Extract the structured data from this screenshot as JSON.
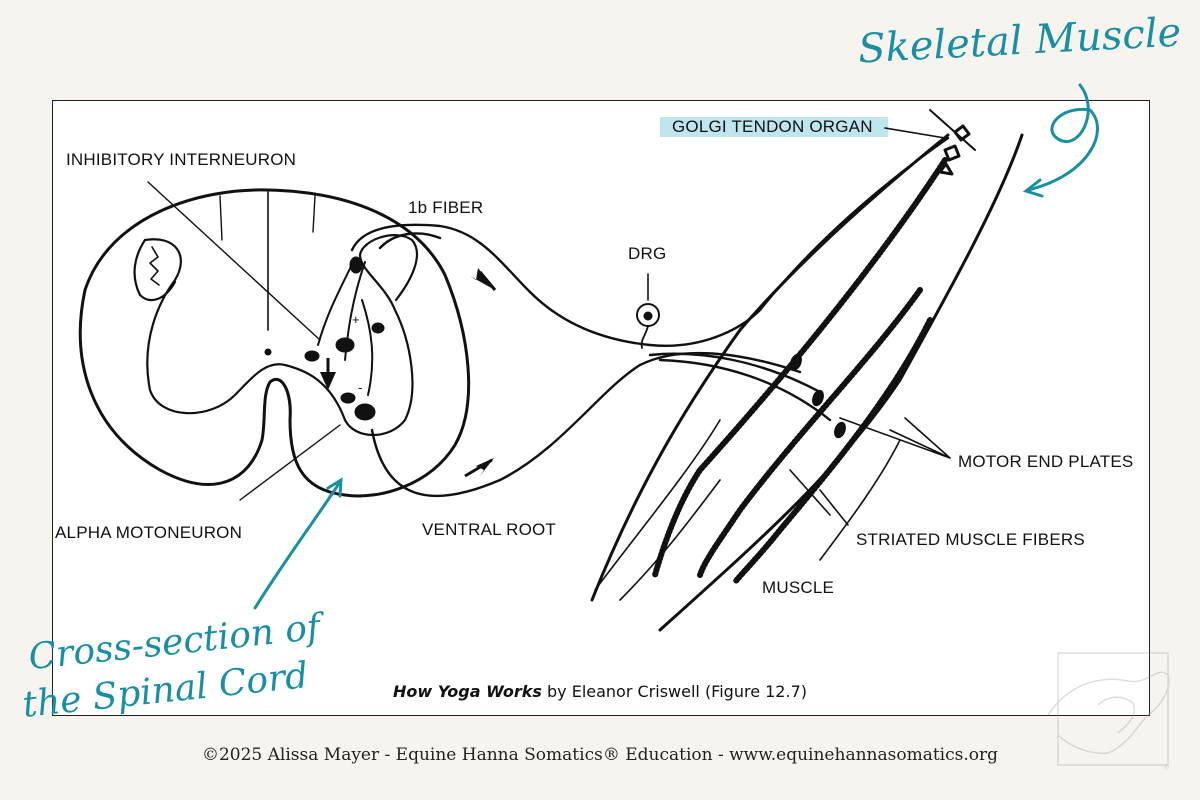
{
  "annotations": {
    "skeletal_muscle": "Skeletal Muscle",
    "cross_section_line1": "Cross-section of",
    "cross_section_line2": "the Spinal Cord"
  },
  "diagram": {
    "labels": {
      "inhibitory_interneuron": "INHIBITORY INTERNEURON",
      "fiber_1b": "1b FIBER",
      "drg": "DRG",
      "golgi_tendon_organ": "GOLGI TENDON ORGAN",
      "alpha_motoneuron": "ALPHA MOTONEURON",
      "ventral_root": "VENTRAL ROOT",
      "motor_end_plates": "MOTOR END PLATES",
      "striated_muscle_fibers": "STRIATED MUSCLE FIBERS",
      "muscle": "MUSCLE",
      "plus_sign": "+",
      "minus_sign": "-"
    }
  },
  "caption": {
    "title": "How Yoga Works",
    "rest": " by Eleanor Criswell (Figure 12.7)"
  },
  "footer": {
    "text": "©2025 Alissa Mayer - Equine Hanna Somatics® Education - www.equinehannasomatics.org"
  },
  "colors": {
    "accent": "#1a8fa3",
    "highlight": "#bfe6ee",
    "background": "#f7f4f0"
  }
}
